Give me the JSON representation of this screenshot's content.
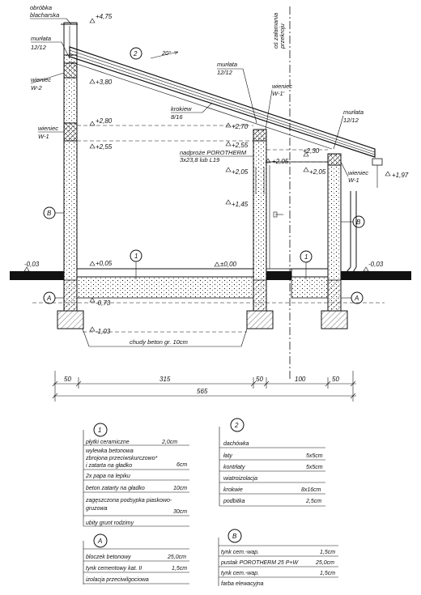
{
  "section": {
    "roof_labels": {
      "obrobka": [
        "obróbka",
        "blacharska"
      ],
      "murlata_left": [
        "murłata",
        "12/12"
      ],
      "murlata_mid": [
        "murłata",
        "12/12"
      ],
      "murlata_right": [
        "murłata",
        "12/12"
      ],
      "wieniec_w2": [
        "wieniec",
        "W-2"
      ],
      "wieniec_w1_left": [
        "wieniec",
        "W-1"
      ],
      "wieniec_w1_mid": [
        "wieniec",
        "W-1'"
      ],
      "wieniec_w1_right": [
        "wieniec",
        "W-1"
      ],
      "krokiew": [
        "krokiew",
        "8/16"
      ],
      "nadproze": [
        "nadproże POROTHERM",
        "3x23,8 lub L19"
      ],
      "axis_label": [
        "oś załamania",
        "przekroju"
      ],
      "slope": "20°",
      "chudy_beton": "chudy beton gr. 10cm"
    },
    "levels": {
      "l475": "+4,75",
      "l380": "+3,80",
      "l280": "+2,80",
      "l255a": "+2,55",
      "l270": "+2,70",
      "l255b": "+2,55",
      "l205a": "+2,05",
      "l205b": "+2,05",
      "l205c": "+2,05",
      "l230": "+2,30",
      "l197": "+1,97",
      "l145": "+1,45",
      "l005": "+0,05",
      "l000": "±0,00",
      "m003a": "-0,03",
      "m003b": "-0,03",
      "m073": "-0,73",
      "m103": "-1,03"
    },
    "markers": {
      "m2": "2",
      "mB_left": "B",
      "mB_right": "B",
      "m1_left": "1",
      "m1_right": "1",
      "mA_left": "A",
      "mA_right": "A"
    },
    "dimensions": {
      "d50a": "50",
      "d315": "315",
      "d50b": "50",
      "d100": "100",
      "d50c": "50",
      "total": "565"
    }
  },
  "legends": {
    "layer1": {
      "id": "1",
      "rows": [
        {
          "name": "płytki ceramiczne",
          "value": "2,0cm"
        },
        {
          "name": "wylewka betonowa\nzbrojona przeciwskurczowo*\ni zatarta na gładko",
          "value": "6cm"
        },
        {
          "name": "2x papa na lepiku",
          "value": ""
        },
        {
          "name": "beton zatarty na gładko",
          "value": "10cm"
        },
        {
          "name": "zagęszczona podsypka piaskowo-\ngruzowa",
          "value": "30cm"
        },
        {
          "name": "ubity grunt rodzimy",
          "value": ""
        }
      ]
    },
    "layer2": {
      "id": "2",
      "rows": [
        {
          "name": "dachówka",
          "value": ""
        },
        {
          "name": "łaty",
          "value": "5x5cm"
        },
        {
          "name": "kontrłaty",
          "value": "5x5cm"
        },
        {
          "name": "wiatroizolacja",
          "value": ""
        },
        {
          "name": "krokwie",
          "value": "8x16cm"
        },
        {
          "name": "podbitka",
          "value": "2,5cm"
        }
      ]
    },
    "layerA": {
      "id": "A",
      "rows": [
        {
          "name": "bloczek betonowy",
          "value": "25,0cm"
        },
        {
          "name": "tynk cementowy kat. II",
          "value": "1,5cm"
        },
        {
          "name": "izolacja przeciwilgociowa",
          "value": ""
        }
      ]
    },
    "layerB": {
      "id": "B",
      "rows": [
        {
          "name": "tynk cem.-wap.",
          "value": "1,5cm"
        },
        {
          "name": "pustak POROTHERM 25 P+W",
          "value": "25,0cm"
        },
        {
          "name": "tynk cem.-wap.",
          "value": "1,5cm"
        },
        {
          "name": "farba elewacyjna",
          "value": ""
        }
      ]
    }
  }
}
